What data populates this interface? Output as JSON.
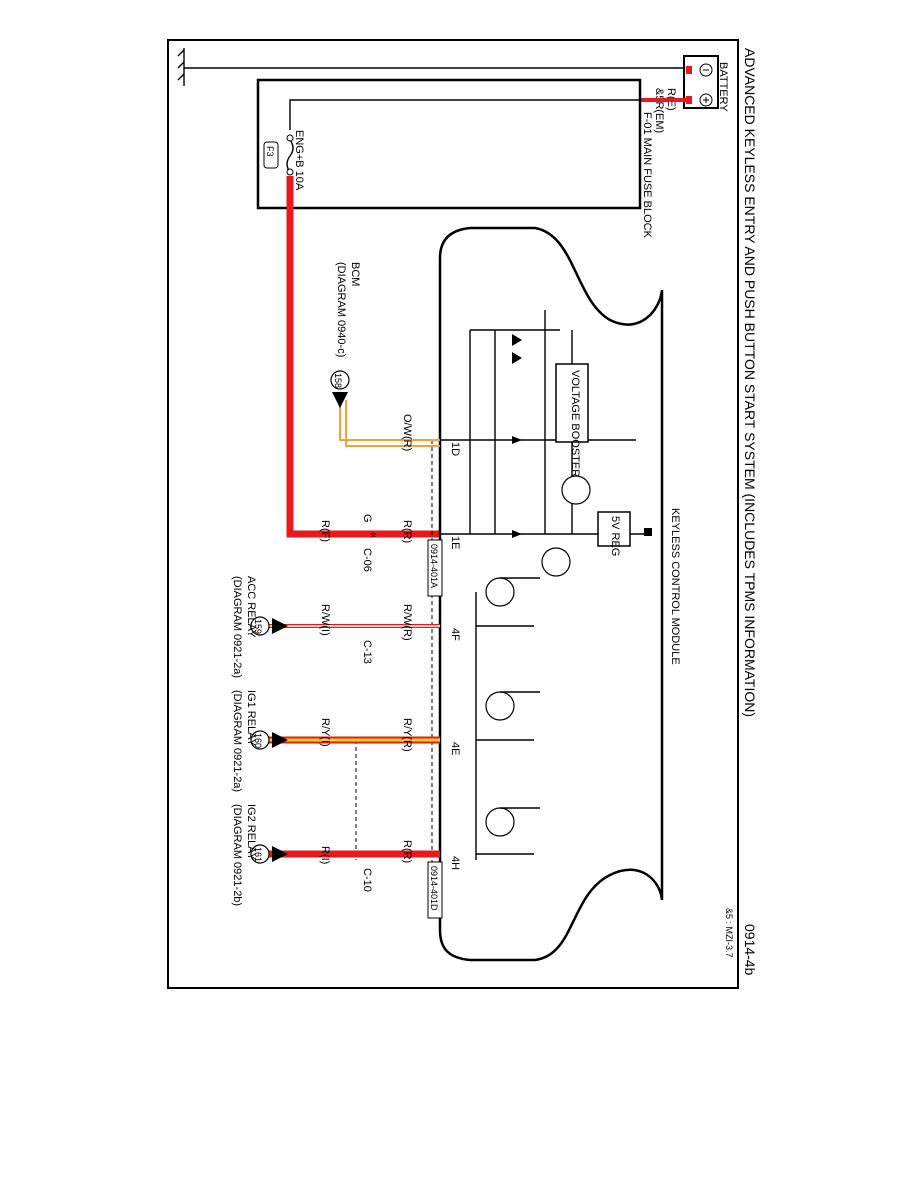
{
  "title": "ADVANCED KEYLESS ENTRY AND PUSH BUTTON START SYSTEM (INCLUDES TPMS INFORMATION)",
  "diagram_number": "0914-4b",
  "code": "&5 : MZI-3.7",
  "ground_symbol": "ground-icon",
  "battery": {
    "label": "BATTERY",
    "wire_a": "R(E)",
    "wire_b": "&5R(EM)"
  },
  "fuse_block": {
    "label": "F-01 MAIN FUSE BLOCK",
    "fuse": "ENG+B 10A",
    "fuse_id": "F3"
  },
  "module": {
    "label": "KEYLESS CONTROL MODULE",
    "voltage_booster": "VOLTAGE BOOSTER",
    "regulator": "5V REG",
    "connector_a": "0914-401A",
    "connector_d": "0914-401D"
  },
  "pins": {
    "p1d": "1D",
    "p1e": "1E",
    "p4f": "4F",
    "p4e": "4E",
    "p4h": "4H"
  },
  "bcm": {
    "label": "BCM",
    "ref": "(DIAGRAM 0940-c)",
    "circle": "158",
    "wire": "O/W(R)"
  },
  "main_feed": {
    "wire_module": "R(R)",
    "wire_g": "G",
    "wire_fuse": "R(F)",
    "connector": "C-06"
  },
  "acc": {
    "label": "ACC RELAY",
    "ref": "(DIAGRAM 0921-2a)",
    "circle": "159",
    "wire_module": "R/W(R)",
    "wire_relay": "R/W(I)",
    "connector": "C-13"
  },
  "ig1": {
    "label": "IG1 RELAY",
    "ref": "(DIAGRAM 0921-2a)",
    "circle": "160",
    "wire_module": "R/Y(R)",
    "wire_relay": "R/Y(I)"
  },
  "ig2": {
    "label": "IG2 RELAY",
    "ref": "(DIAGRAM 0921-2b)",
    "circle": "161",
    "wire_module": "R(R)",
    "wire_relay": "R(I)",
    "connector": "C-10"
  },
  "colors": {
    "red_wire": "#e8191d",
    "orange_wire": "#f4a13a",
    "yellow_wire": "#f7d21e",
    "white_stripe": "#ffffff"
  }
}
